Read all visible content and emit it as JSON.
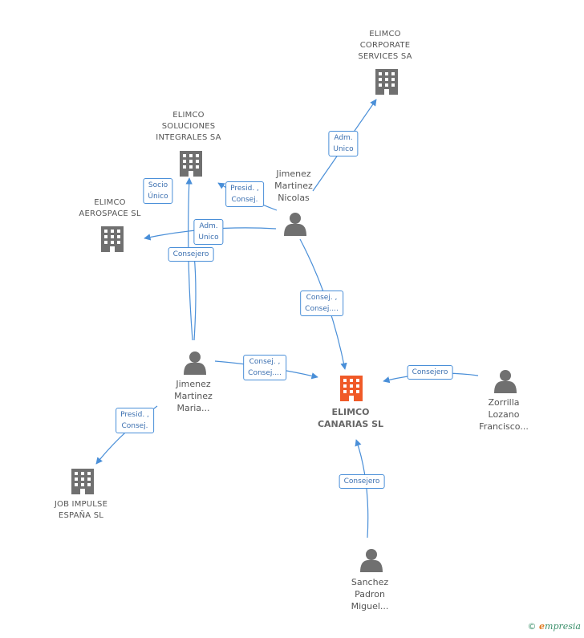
{
  "nodes": {
    "elimco_corporate": {
      "lines": [
        "ELIMCO",
        "CORPORATE",
        "SERVICES SA"
      ]
    },
    "elimco_soluciones": {
      "lines": [
        "ELIMCO",
        "SOLUCIONES",
        "INTEGRALES SA"
      ]
    },
    "elimco_aerospace": {
      "lines": [
        "ELIMCO",
        "AEROSPACE  SL"
      ]
    },
    "jimenez_nicolas": {
      "lines": [
        "Jimenez",
        "Martinez",
        "Nicolas"
      ]
    },
    "jimenez_maria": {
      "lines": [
        "Jimenez",
        "Martinez",
        "Maria..."
      ]
    },
    "elimco_canarias": {
      "lines": [
        "ELIMCO",
        "CANARIAS SL"
      ]
    },
    "zorrilla": {
      "lines": [
        "Zorrilla",
        "Lozano",
        "Francisco..."
      ]
    },
    "job_impulse": {
      "lines": [
        "JOB IMPULSE",
        "ESPAÑA SL"
      ]
    },
    "sanchez": {
      "lines": [
        "Sanchez",
        "Padron",
        "Miguel..."
      ]
    }
  },
  "edges": {
    "adm_unico_corporate": [
      "Adm.",
      "Unico"
    ],
    "presid_consej_soluciones": [
      "Presid. ,",
      "Consej."
    ],
    "socio_unico": [
      "Socio",
      "Único"
    ],
    "adm_unico_aerospace": [
      "Adm.",
      "Unico"
    ],
    "consejero_maria_aerospace": [
      "Consejero"
    ],
    "consej_nicolas_canarias": [
      "Consej. ,",
      "Consej...."
    ],
    "consej_maria_canarias": [
      "Consej. ,",
      "Consej...."
    ],
    "consejero_zorrilla": [
      "Consejero"
    ],
    "presid_consej_job": [
      "Presid. ,",
      "Consej."
    ],
    "consejero_sanchez": [
      "Consejero"
    ]
  },
  "colors": {
    "edge": "#4a8fd8",
    "node_gray": "#707070",
    "node_main": "#f05a28"
  },
  "footer": {
    "copyright": "©",
    "brand_e": "e",
    "brand_rest": "mpresia"
  }
}
